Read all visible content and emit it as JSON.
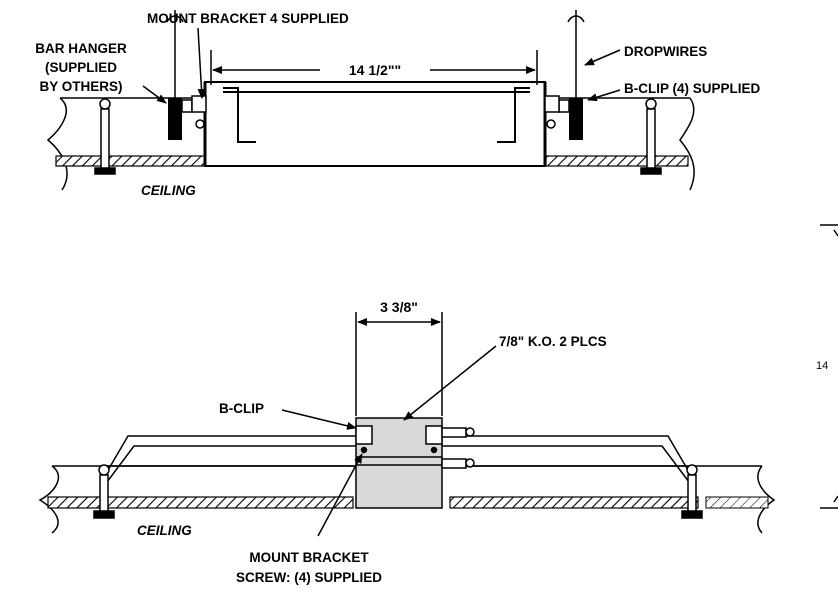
{
  "top_view": {
    "labels": {
      "mount_bracket": "MOUNT BRACKET 4 SUPPLIED",
      "bar_hanger_1": "BAR HANGER",
      "bar_hanger_2": "(SUPPLIED",
      "bar_hanger_3": "BY OTHERS)",
      "dropwires": "DROPWIRES",
      "b_clip": "B-CLIP (4) SUPPLIED",
      "ceiling": "CEILING"
    },
    "dimension": "14 1/2\"\""
  },
  "bottom_view": {
    "labels": {
      "knockout": "7/8\" K.O. 2 PLCS",
      "b_clip": "B-CLIP",
      "ceiling": "CEILING",
      "mount_screw_1": "MOUNT BRACKET",
      "mount_screw_2": "SCREW: (4) SUPPLIED"
    },
    "dimension": "3 3/8\""
  },
  "side_view": {
    "dimension_partial": "14"
  },
  "colors": {
    "line": "#000000",
    "housing_fill": "#d9d9d9",
    "background": "#ffffff"
  }
}
